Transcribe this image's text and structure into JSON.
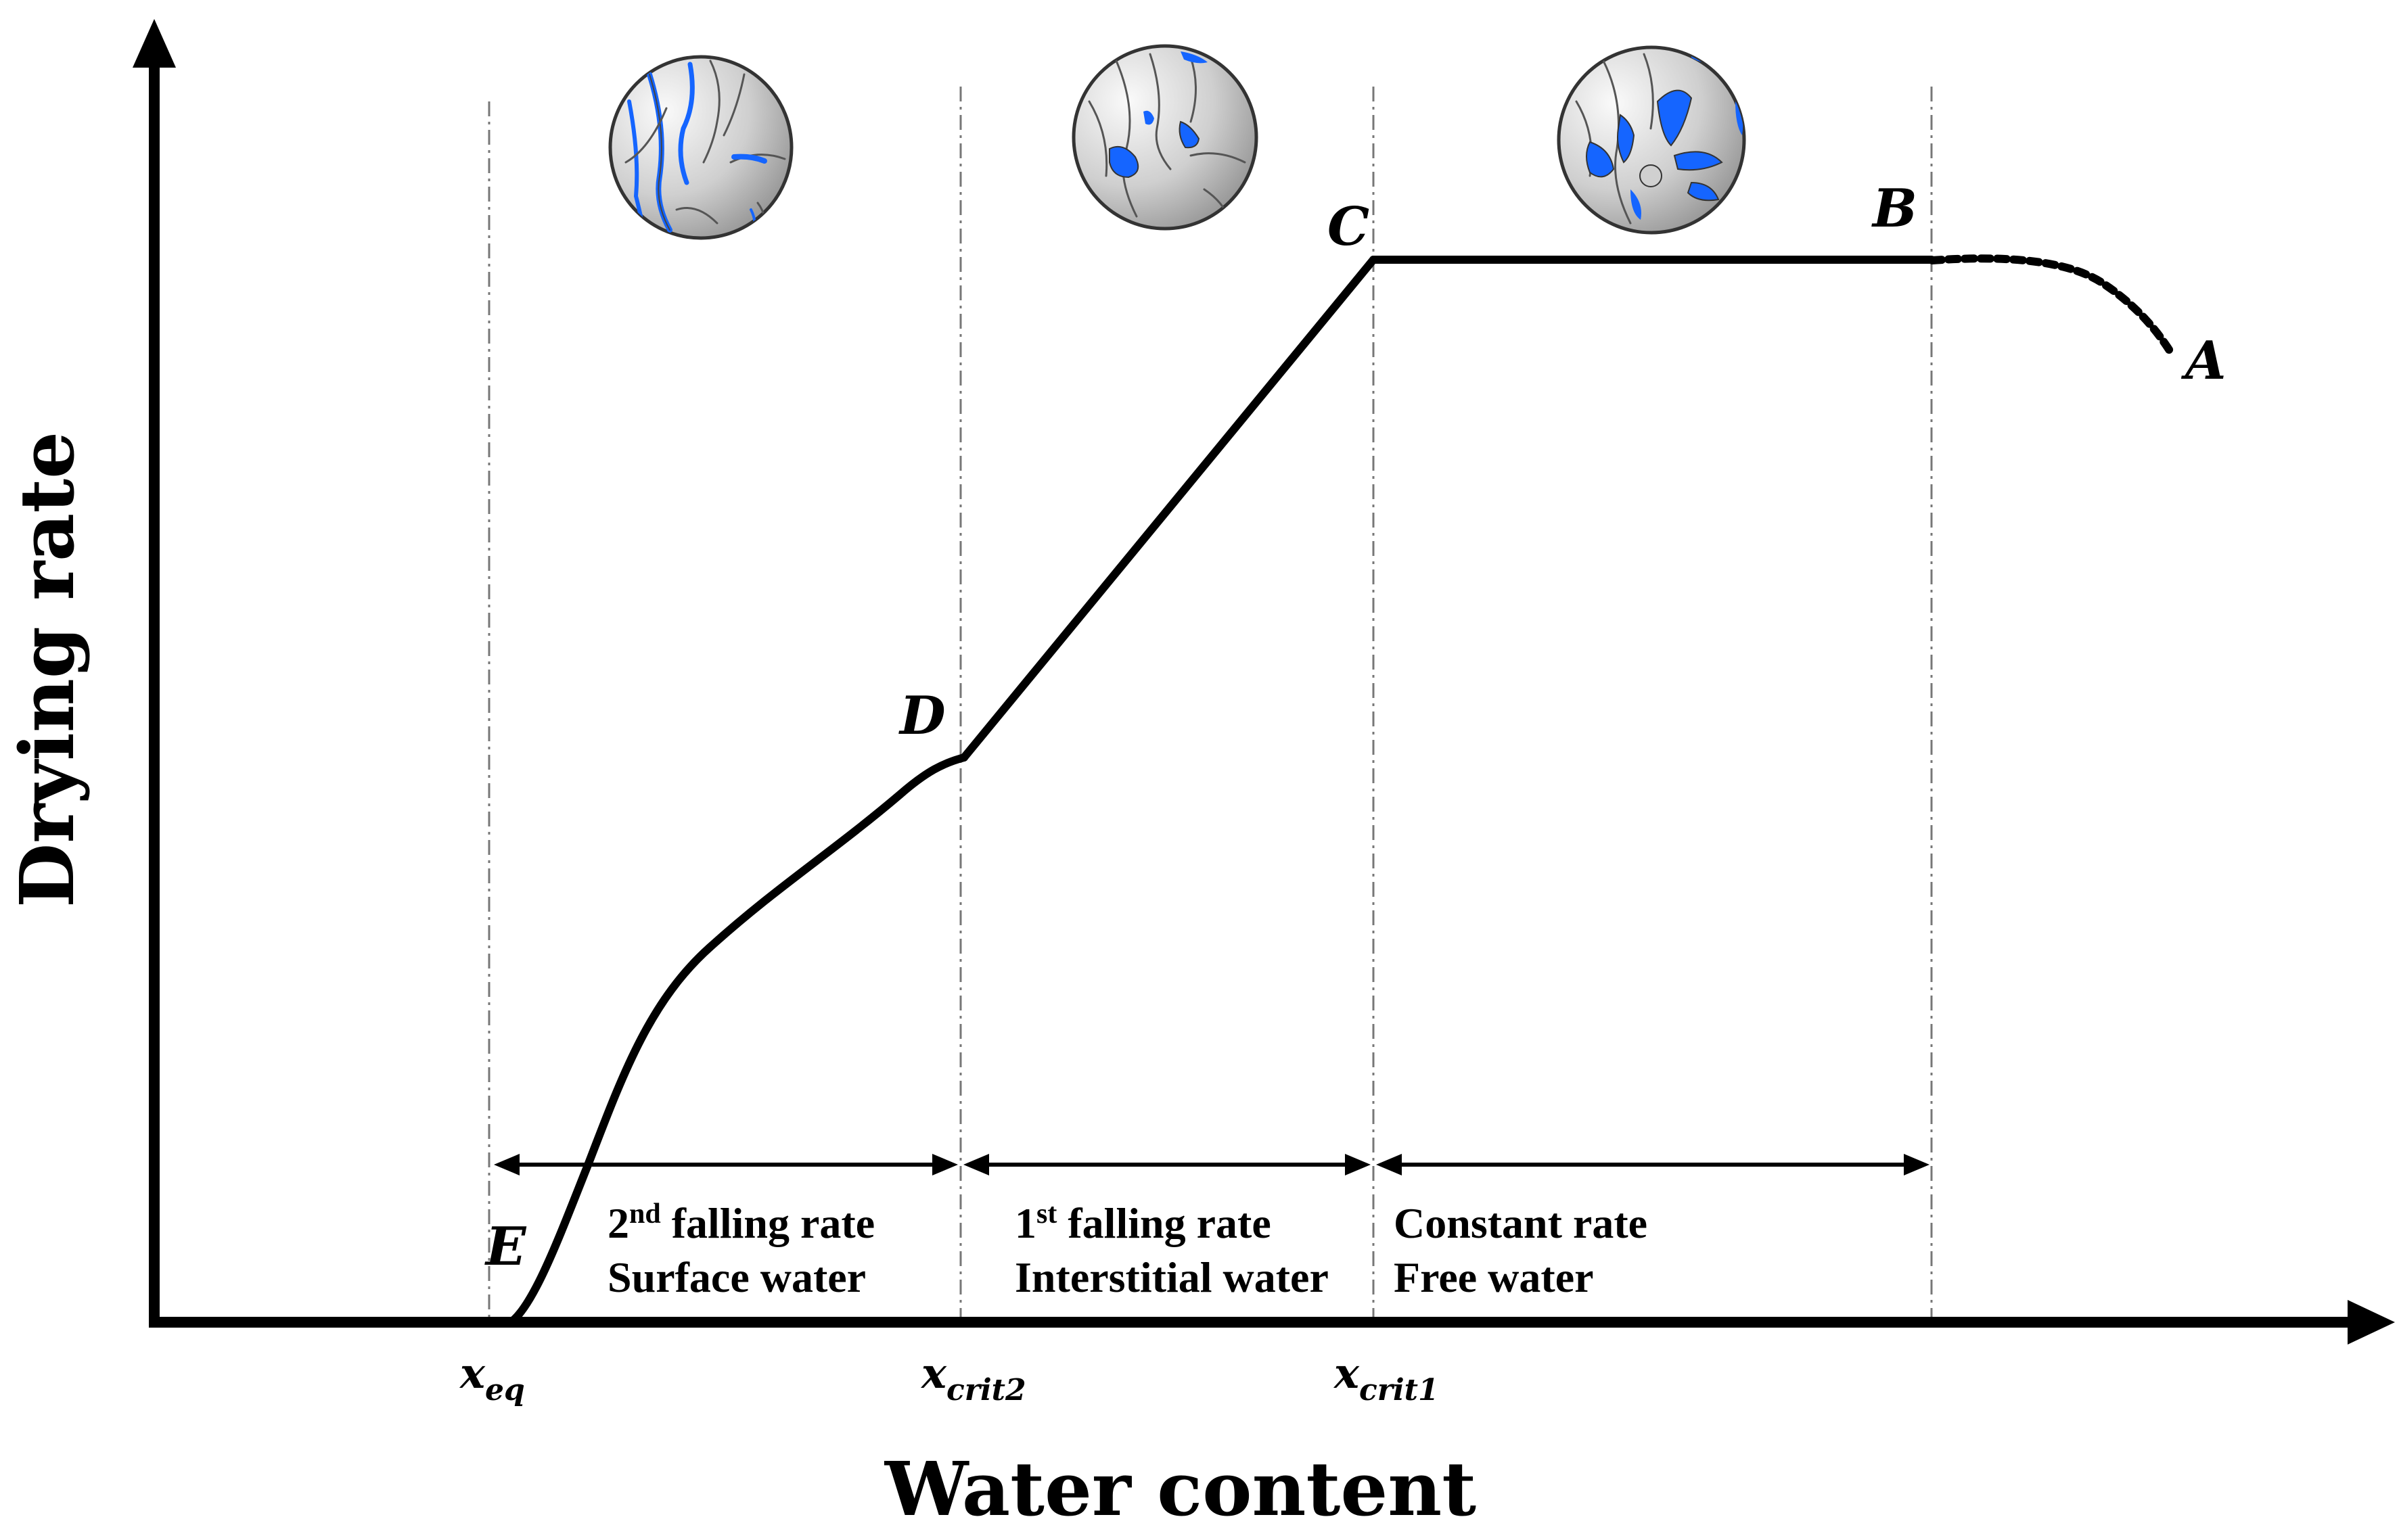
{
  "axes": {
    "x_title": "Water content",
    "y_title": "Drying rate"
  },
  "ticks": [
    {
      "base": "x",
      "sub": "eq"
    },
    {
      "base": "x",
      "sub": "crit2"
    },
    {
      "base": "x",
      "sub": "crit1"
    }
  ],
  "points": {
    "A": "A",
    "B": "B",
    "C": "C",
    "D": "D",
    "E": "E"
  },
  "regions": [
    {
      "ordinal": "2",
      "ordinal_suffix": "nd",
      "rate": " falling rate",
      "water": "Surface water"
    },
    {
      "ordinal": "1",
      "ordinal_suffix": "st",
      "rate": " falling rate",
      "water": "Interstitial water"
    },
    {
      "ordinal": "",
      "ordinal_suffix": "",
      "rate": "Constant rate",
      "water": "Free water"
    }
  ],
  "colors": {
    "ink": "#000000",
    "water": "#1565ff",
    "particle_light": "#f4f4f4",
    "particle_dark": "#8a8a8a",
    "guide": "#777777"
  },
  "icons": [
    "particle-dry-icon",
    "particle-partial-icon",
    "particle-wet-icon"
  ]
}
